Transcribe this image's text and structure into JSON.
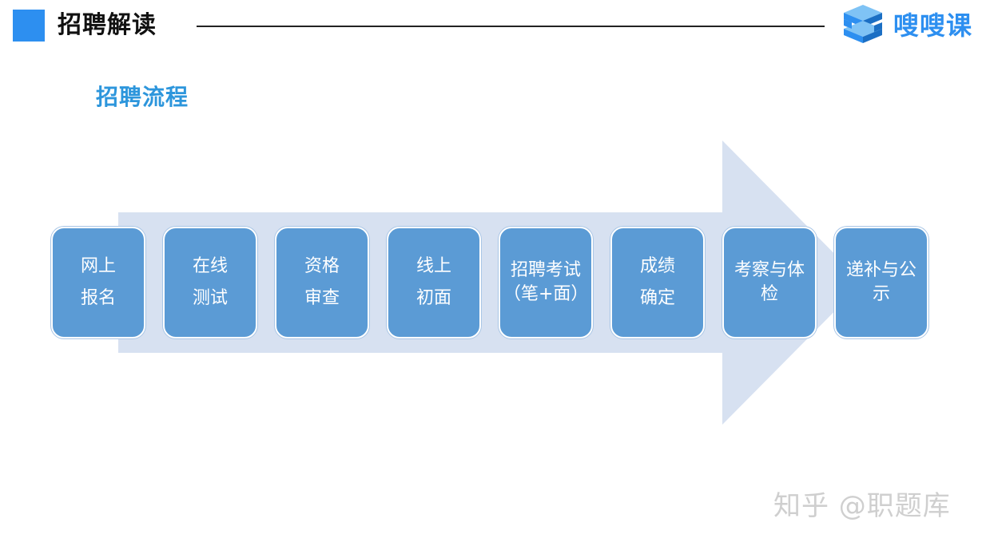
{
  "header": {
    "title": "招聘解读",
    "logo_text": "嗖嗖课",
    "accent_color": "#2d8ff0"
  },
  "section": {
    "title": "招聘流程"
  },
  "arrow": {
    "fill_color": "#d7e1f1"
  },
  "steps": [
    {
      "label": "网上\n报名"
    },
    {
      "label": "在线\n测试"
    },
    {
      "label": "资格\n审查"
    },
    {
      "label": "线上\n初面"
    },
    {
      "label": "招聘考试\n（笔+面）"
    },
    {
      "label": "成绩\n确定"
    },
    {
      "label": "考察与体\n检"
    },
    {
      "label": "递补与公\n示"
    }
  ],
  "step_color": "#5b9bd5",
  "watermark": "知乎 @职题库"
}
